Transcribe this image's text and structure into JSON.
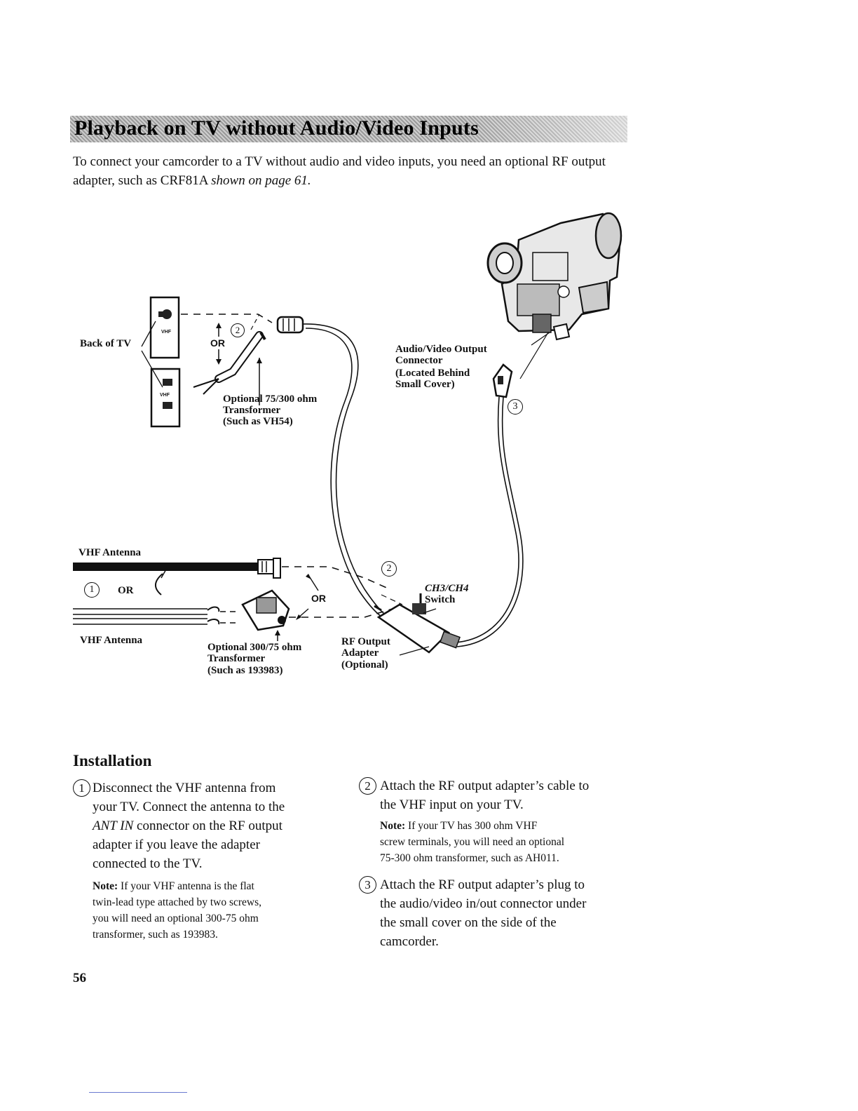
{
  "title": "Playback on TV without Audio/Video Inputs",
  "intro": {
    "text": "To connect your camcorder to a TV without audio and video inputs, you need an optional RF output adapter, such as CRF81A ",
    "italic": "shown on page 61."
  },
  "diagram": {
    "back_of_tv": "Back of TV",
    "vhf_small": "VHF",
    "or_label": "OR",
    "step2": "2",
    "step3": "3",
    "step1": "1",
    "transformer_75_300": [
      "Optional 75/300 ohm",
      "Transformer",
      "(Such as VH54)"
    ],
    "av_connector": [
      "Audio/Video Output",
      "Connector",
      "(Located Behind",
      "Small Cover)"
    ],
    "vhf_antenna_top": "VHF Antenna",
    "vhf_antenna_bottom": "VHF Antenna",
    "ch_switch": [
      "CH3/CH4",
      "Switch"
    ],
    "transformer_300_75": [
      "Optional 300/75 ohm",
      "Transformer",
      "(Such as 193983)"
    ],
    "rf_adapter": [
      "RF Output",
      "Adapter",
      "(Optional)"
    ]
  },
  "installation": {
    "heading": "Installation",
    "step1": {
      "num": "1",
      "lines": [
        "Disconnect the VHF antenna from",
        "your TV.  Connect the antenna to the"
      ],
      "line3_italic": "ANT IN",
      "line3_rest": " connector on the RF output",
      "lines_after": [
        "adapter if you leave the adapter",
        "connected to the TV."
      ],
      "note_label": "Note:",
      "note_lines": [
        " If your VHF antenna is the flat",
        "twin-lead type attached by two screws,",
        "you will need an optional 300-75 ohm",
        "transformer, such as 193983."
      ]
    },
    "step2": {
      "num": "2",
      "lines": [
        "Attach the RF output adapter’s cable to",
        "the VHF input on your TV."
      ],
      "note_label": "Note:",
      "note_lines": [
        " If your TV has 300 ohm VHF",
        "screw terminals, you will need an optional",
        "75-300 ohm transformer, such as AH011."
      ]
    },
    "step3": {
      "num": "3",
      "lines": [
        "Attach the RF output adapter’s plug to",
        "the audio/video in/out connector under",
        "the small cover on the side of the",
        "camcorder."
      ]
    }
  },
  "page_number": "56"
}
